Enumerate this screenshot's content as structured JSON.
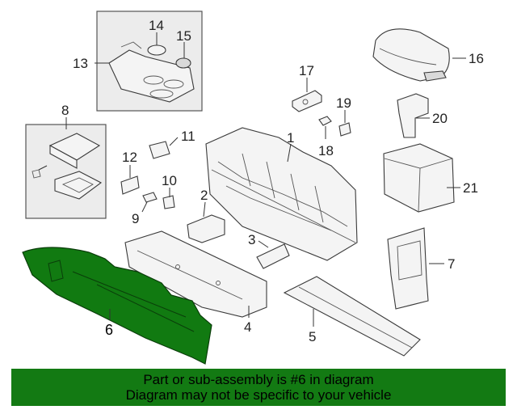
{
  "callouts": {
    "c1": "1",
    "c2": "2",
    "c3": "3",
    "c4": "4",
    "c5": "5",
    "c6": "6",
    "c7": "7",
    "c8": "8",
    "c9": "9",
    "c10": "10",
    "c11": "11",
    "c12": "12",
    "c13": "13",
    "c14": "14",
    "c15": "15",
    "c16": "16",
    "c17": "17",
    "c18": "18",
    "c19": "19",
    "c20": "20",
    "c21": "21"
  },
  "highlighted_part": "6",
  "colors": {
    "highlight": "#137a13",
    "banner": "#137a13",
    "inset": "#ececec"
  },
  "banner": {
    "line1": "Part or sub-assembly is #6 in diagram",
    "line2": "Diagram may not be specific to your vehicle"
  }
}
